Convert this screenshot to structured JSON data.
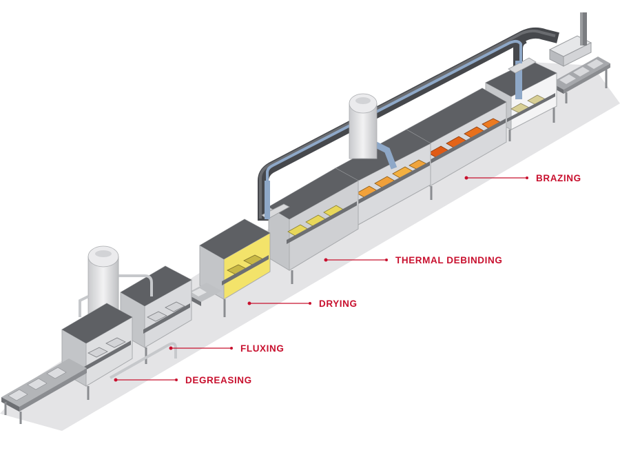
{
  "labels": {
    "brazing": "BRAZING",
    "thermal_debinding": "THERMAL DEBINDING",
    "drying": "DRYING",
    "fluxing": "FLUXING",
    "degreasing": "DEGREASING"
  },
  "colors": {
    "accent": "#c8102e",
    "floor_shadow": "#e4e4e6",
    "steel_light": "#dcdde0",
    "steel_mid": "#b9bbbf",
    "steel_dark": "#6d6f73",
    "duct_dark": "#4a4c50",
    "duct_blue": "#8ea8c8",
    "tray_yellow": "#ecd95a",
    "tray_light_orange": "#f2a23a",
    "tray_orange": "#ee7a1e",
    "tray_red_orange": "#e05a14"
  }
}
